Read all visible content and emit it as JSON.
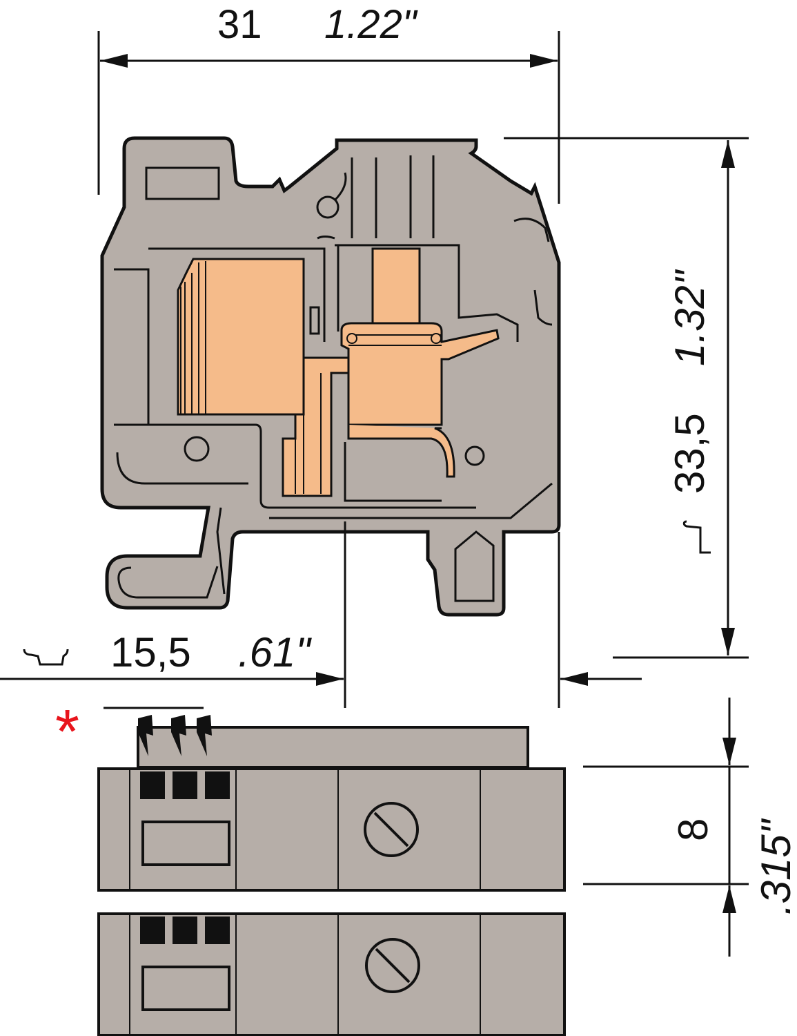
{
  "dimensions": {
    "width_mm": "31",
    "width_in": "1.22\"",
    "height_mm": "33,5",
    "height_in": "1.32\"",
    "rail_offset_mm": "15,5",
    "rail_offset_in": ".61\"",
    "pitch_mm": "8",
    "pitch_in": ".315\""
  },
  "marks": {
    "asterisk": "*"
  },
  "colors": {
    "housing": "#b6aea8",
    "contact": "#f5bb8a",
    "outline": "#111111",
    "asterisk": "#e8141c"
  }
}
